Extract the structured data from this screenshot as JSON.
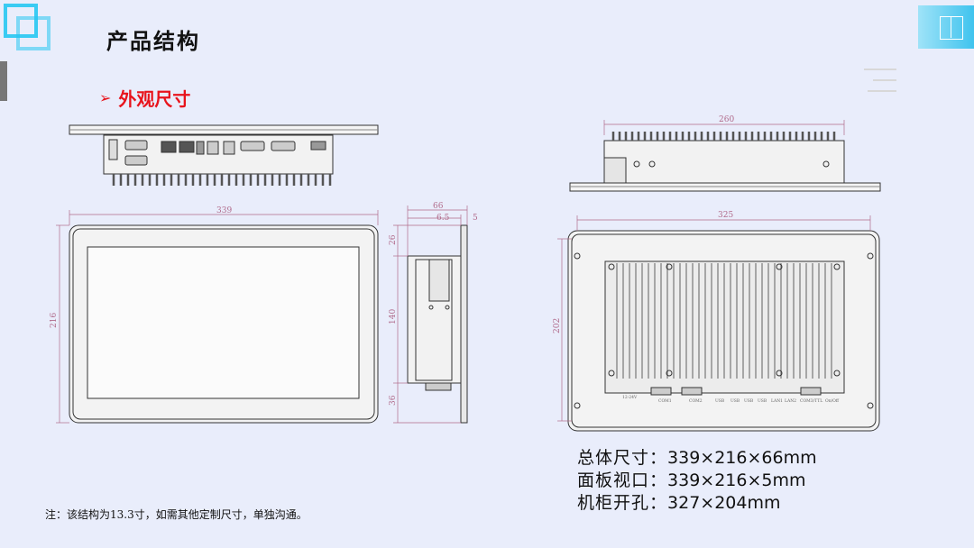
{
  "title": "产品结构",
  "section": {
    "arrow": "➢",
    "heading": "外观尺寸"
  },
  "dimensions": {
    "front_width": "339",
    "front_height": "216",
    "side_depth": "66",
    "side_step1": "6.5",
    "side_step2": "5",
    "side_top": "26",
    "side_mid": "140",
    "side_bottom": "36",
    "top_view_width": "260",
    "back_width": "325",
    "back_height": "202"
  },
  "port_labels": [
    "12-24V",
    "COM1",
    "COM2",
    "USB",
    "USB",
    "USB",
    "USB",
    "LAN1",
    "LAN2",
    "COM3/TTL",
    "On/Off"
  ],
  "specs": [
    {
      "label": "总体尺寸：",
      "value": "339×216×66mm"
    },
    {
      "label": "面板视口：",
      "value": "339×216×5mm"
    },
    {
      "label": "机柜开孔：",
      "value": "327×204mm"
    }
  ],
  "footnote": "注：该结构为13.3寸，如需其他定制尺寸，单独沟通。",
  "colors": {
    "background": "#e9edfb",
    "accent": "#e8141c",
    "logo_blue": "#27c7f2",
    "dim_line": "#b06a8a"
  }
}
